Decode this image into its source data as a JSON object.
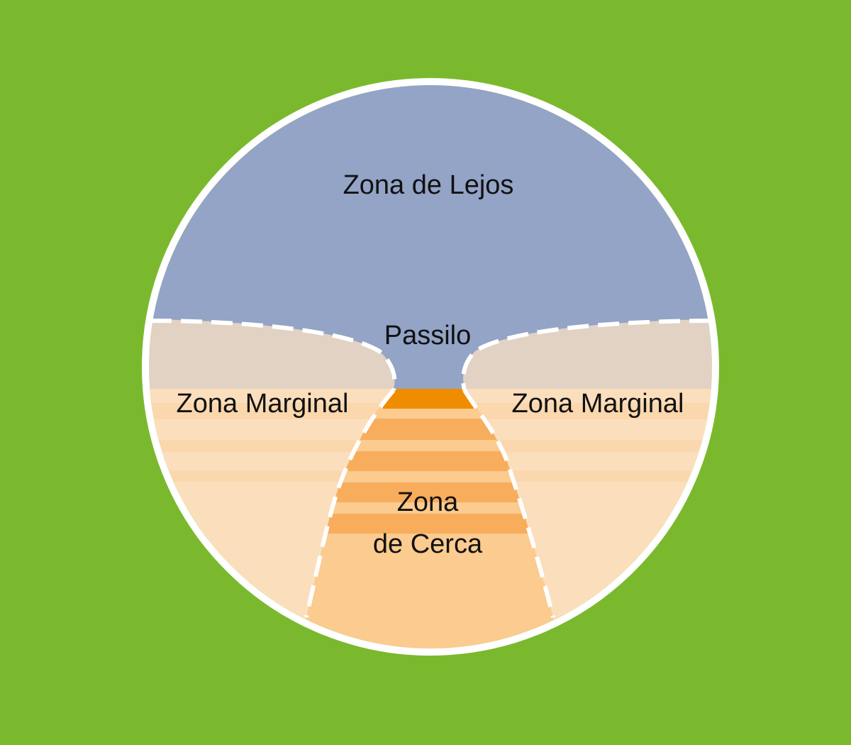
{
  "colors": {
    "background": "#7ab92d",
    "far_zone": "#93a4c6",
    "marginal_top": "#e2d2c4",
    "marginal_base": "#fbdfbd",
    "marginal_band": "#fad7ad",
    "near_base": "#fbcb8f",
    "near_band": "#f7ad5b",
    "corridor_top": "#f08c00",
    "outline": "#ffffff"
  },
  "labels": {
    "far": "Zona de Lejos",
    "corridor": "Passilo",
    "marginal_left": "Zona Marginal",
    "marginal_right": "Zona Marginal",
    "near_line1": "Zona",
    "near_line2": "de Cerca"
  }
}
